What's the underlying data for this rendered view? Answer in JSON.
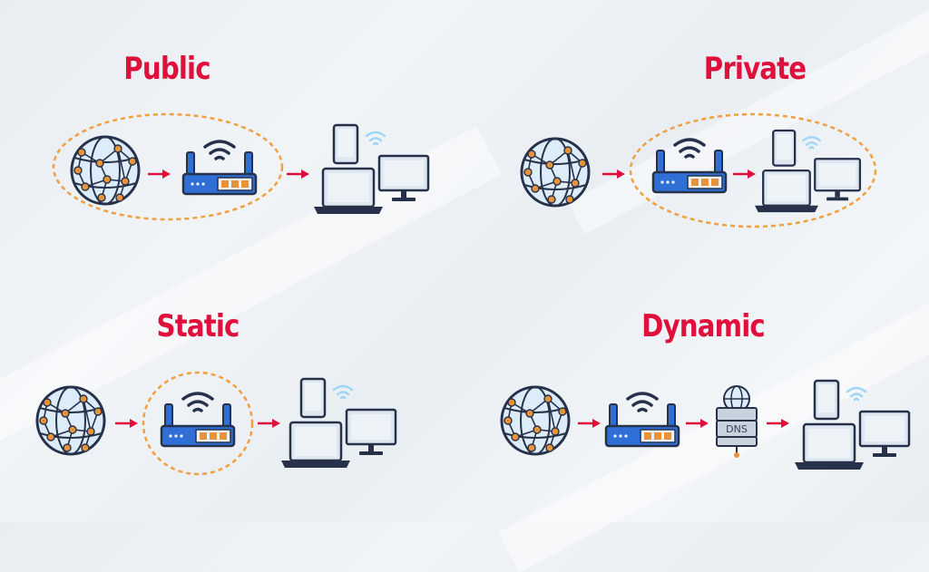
{
  "colors": {
    "accent": "#e0103c",
    "ellipse": "#f0a040",
    "arrow": "#e0103c",
    "device_blue": "#2f6fd6",
    "wifi": "#9ed6f5"
  },
  "panels": [
    {
      "title": "Public",
      "highlight": "globe+router"
    },
    {
      "title": "Private",
      "highlight": "router+devices"
    },
    {
      "title": "Static",
      "highlight": "router"
    },
    {
      "title": "Dynamic",
      "highlight": "none",
      "server_label": "DNS"
    }
  ],
  "icons": [
    "globe-icon",
    "router-icon",
    "laptop-icon",
    "phone-icon",
    "monitor-icon",
    "wifi-icon",
    "dns-server-icon",
    "arrow-icon"
  ]
}
